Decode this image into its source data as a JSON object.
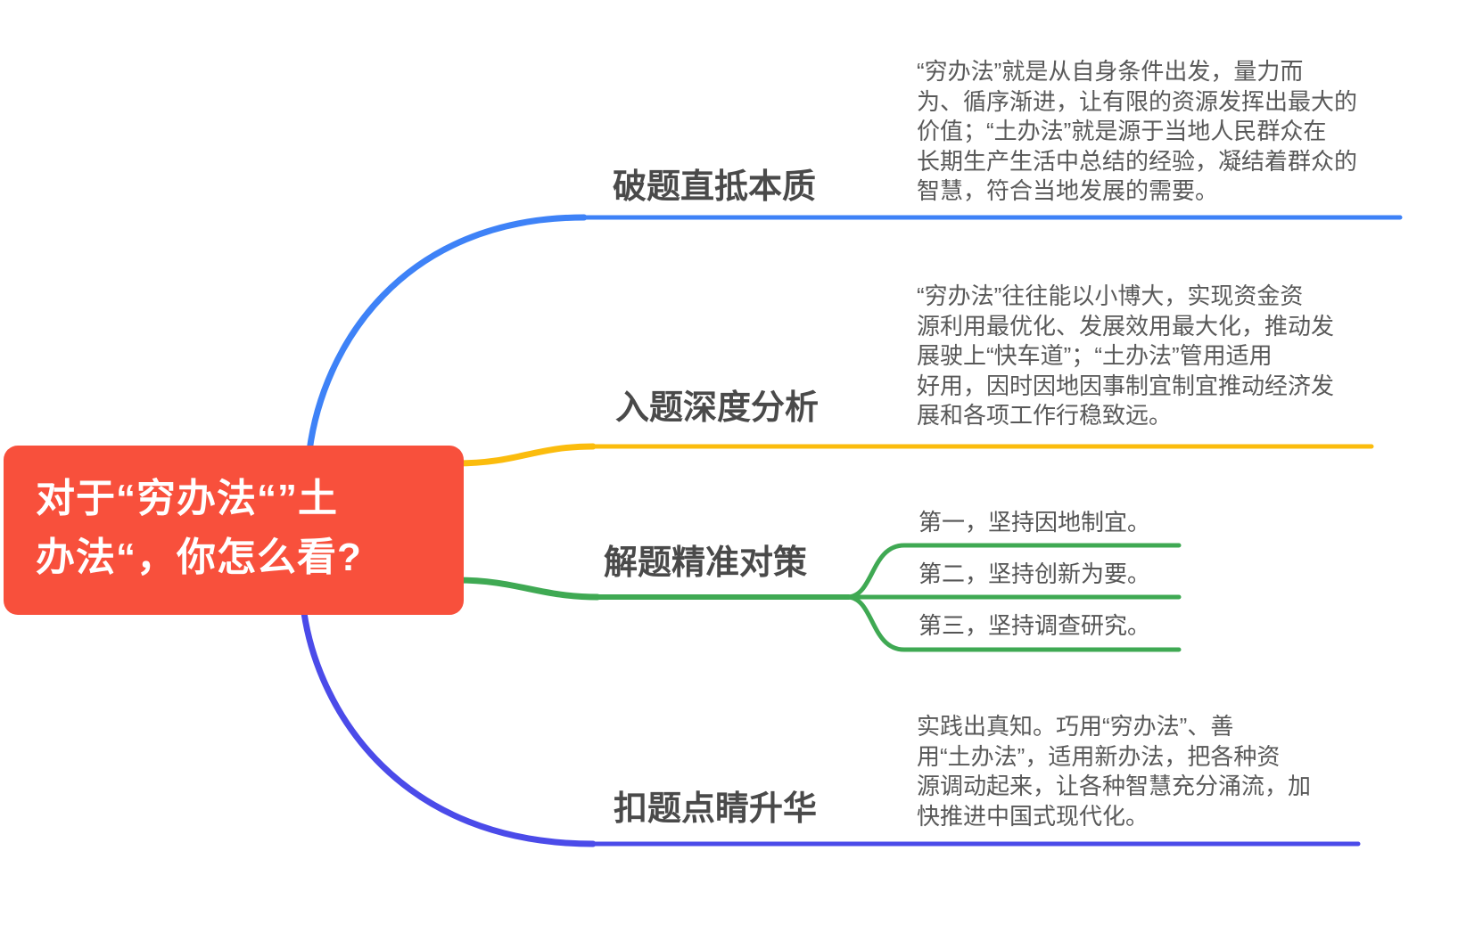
{
  "colors": {
    "center_bg": "#F8503C",
    "center_text": "#FFFFFF",
    "branch_blue": "#3E82F7",
    "branch_yellow": "#FBBC0D",
    "branch_green": "#3FA953",
    "branch_purple": "#4B4BE9",
    "label_text": "#4A4A4A",
    "note_text": "#595959"
  },
  "root": {
    "title": [
      "对于“穷办法“”土",
      "办法“，你怎么看?"
    ]
  },
  "branches": [
    {
      "label": "破题直抵本质",
      "color": "#3E82F7",
      "note": [
        "“穷办法”就是从自身条件出发，量力而",
        "为、循序渐进，让有限的资源发挥出最大的",
        "价值；“土办法”就是源于当地人民群众在",
        "长期生产生活中总结的经验，凝结着群众的",
        "智慧，符合当地发展的需要。"
      ]
    },
    {
      "label": "入题深度分析",
      "color": "#FBBC0D",
      "note": [
        "“穷办法”往往能以小博大，实现资金资",
        "源利用最优化、发展效用最大化，推动发",
        "展驶上“快车道”；“土办法”管用适用",
        "好用，因时因地因事制宜制宜推动经济发",
        "展和各项工作行稳致远。"
      ]
    },
    {
      "label": "解题精准对策",
      "color": "#3FA953",
      "children": [
        {
          "label": "第一，坚持因地制宜。"
        },
        {
          "label": "第二，坚持创新为要。"
        },
        {
          "label": "第三，坚持调查研究。"
        }
      ]
    },
    {
      "label": "扣题点睛升华",
      "color": "#4B4BE9",
      "note": [
        "实践出真知。巧用“穷办法”、善",
        "用“土办法”，适用新办法，把各种资",
        "源调动起来，让各种智慧充分涌流，加",
        "快推进中国式现代化。"
      ]
    }
  ]
}
